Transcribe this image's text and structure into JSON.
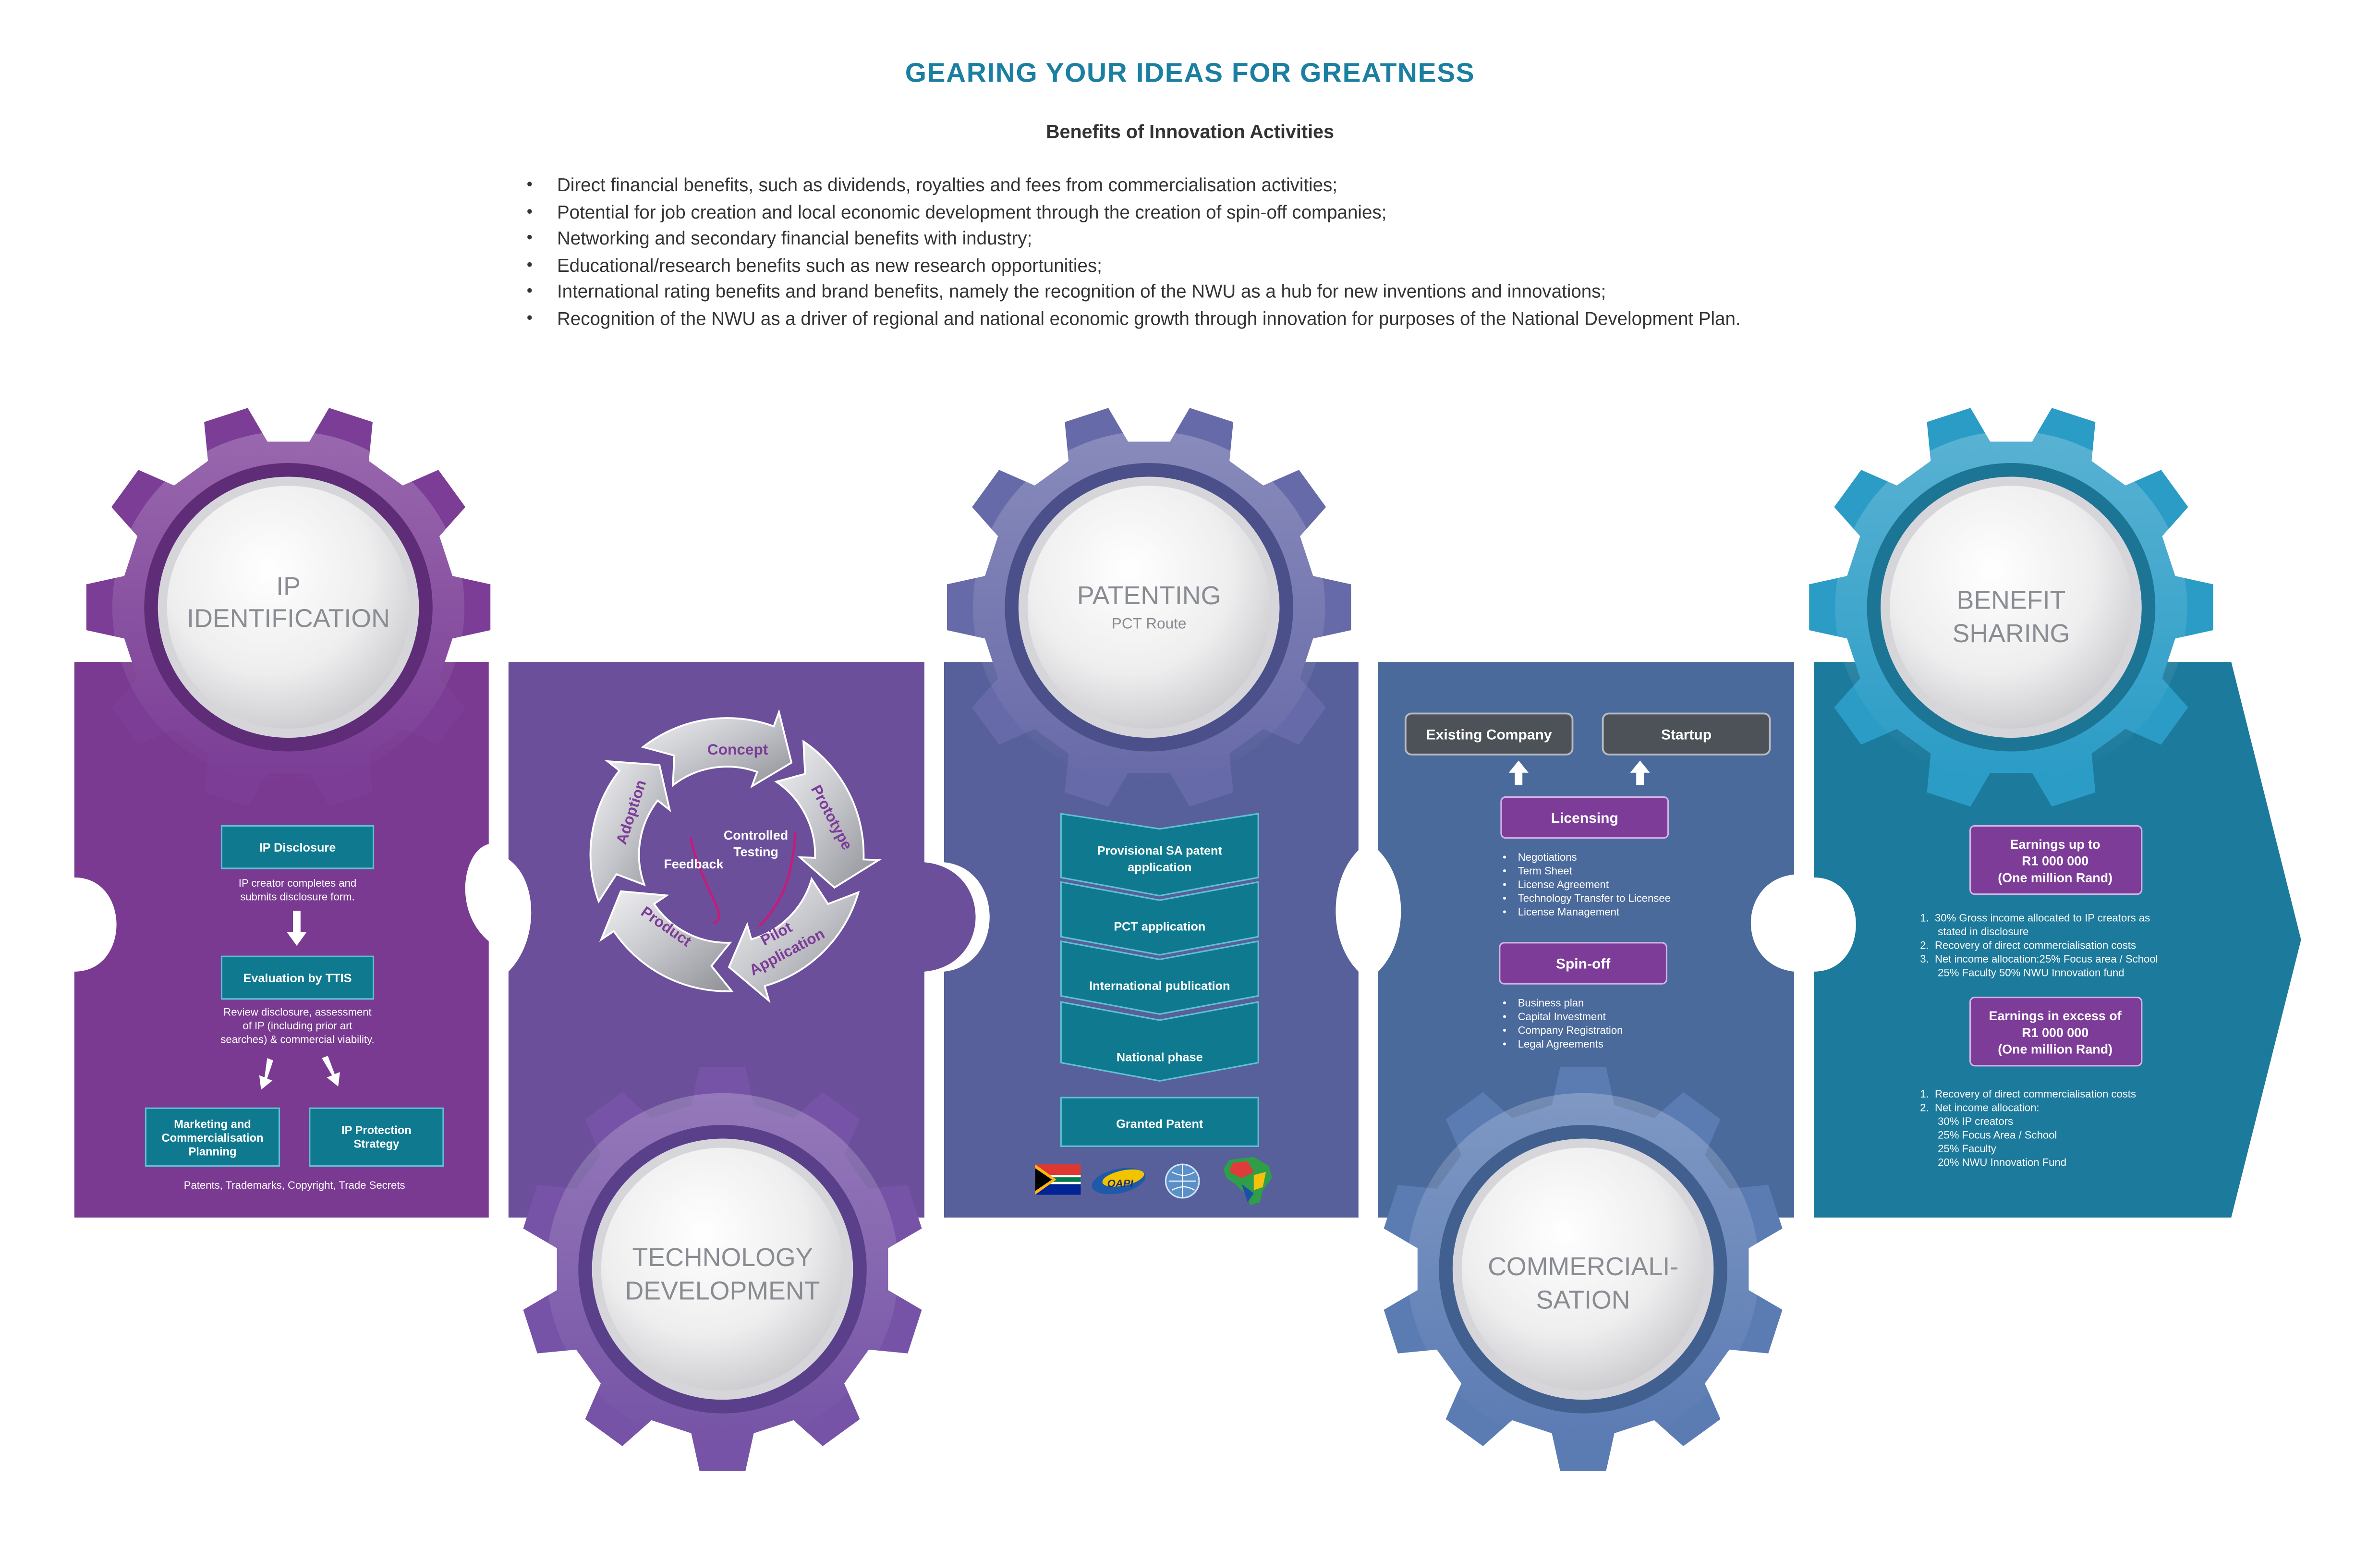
{
  "header": {
    "title": "GEARING YOUR IDEAS FOR GREATNESS",
    "subtitle": "Benefits of Innovation Activities",
    "bullets": [
      "Direct financial benefits, such as dividends, royalties and fees from commercialisation activities;",
      "Potential for job creation and local economic development through the creation of spin-off companies;",
      "Networking and secondary financial benefits with industry;",
      "Educational/research benefits such as new research opportunities;",
      "International rating benefits and brand benefits, namely the recognition of the NWU as a hub for new inventions and innovations;",
      "Recognition of the NWU as a driver of regional and national economic growth through innovation for purposes of the National Development Plan."
    ]
  },
  "colors": {
    "title": "#1b7fa1",
    "purple": "#7a3a91",
    "violet": "#6b4f9a",
    "indigo": "#58609b",
    "steel": "#4b6a9c",
    "teal": "#1c7a9c",
    "box_teal": "#0f7a8f",
    "box_purple": "#7d3c98",
    "box_grey": "#4d5258"
  },
  "ip": {
    "gear_line1": "IP",
    "gear_line2": "IDENTIFICATION",
    "disclosure": "IP Disclosure",
    "disclosure_desc_1": "IP creator completes and",
    "disclosure_desc_2": "submits disclosure form.",
    "evaluation": "Evaluation by TTIS",
    "evaluation_desc_1": "Review disclosure, assessment",
    "evaluation_desc_2": "of IP (including prior art",
    "evaluation_desc_3": "searches) & commercial viability.",
    "marketing_1": "Marketing and",
    "marketing_2": "Commercialisation",
    "marketing_3": "Planning",
    "protection_1": "IP Protection",
    "protection_2": "Strategy",
    "footer": "Patents, Trademarks, Copyright, Trade Secrets"
  },
  "tech": {
    "gear_line1": "TECHNOLOGY",
    "gear_line2": "DEVELOPMENT",
    "cycle": {
      "concept": "Concept",
      "prototype": "Prototype",
      "pilot_1": "Pilot",
      "pilot_2": "Application",
      "product": "Product",
      "adoption": "Adoption",
      "feedback": "Feedback",
      "controlled_1": "Controlled",
      "controlled_2": "Testing"
    }
  },
  "patent": {
    "gear_title": "PATENTING",
    "gear_sub": "PCT Route",
    "steps": [
      {
        "line1": "Provisional SA patent",
        "line2": "application"
      },
      {
        "line1": "PCT application",
        "line2": ""
      },
      {
        "line1": "International publication",
        "line2": ""
      },
      {
        "line1": "National phase",
        "line2": ""
      }
    ],
    "granted": "Granted Patent",
    "logo_label": "OAPI"
  },
  "comm": {
    "gear_line1": "COMMERCIALI-",
    "gear_line2": "SATION",
    "existing": "Existing Company",
    "startup": "Startup",
    "licensing": "Licensing",
    "licensing_items": [
      "Negotiations",
      "Term Sheet",
      "License Agreement",
      "Technology Transfer to Licensee",
      "License Management"
    ],
    "spinoff": "Spin-off",
    "spinoff_items": [
      "Business plan",
      "Capital Investment",
      "Company Registration",
      "Legal Agreements"
    ]
  },
  "benefit": {
    "gear_line1": "BENEFIT",
    "gear_line2": "SHARING",
    "box1_1": "Earnings up to",
    "box1_2": "R1 000 000",
    "box1_3": "(One million Rand)",
    "list1": [
      "1.  30% Gross income allocated to IP creators as",
      "      stated in disclosure",
      "2.  Recovery of direct commercialisation costs",
      "3.  Net income allocation:25% Focus area / School",
      "      25% Faculty 50% NWU Innovation fund"
    ],
    "box2_1": "Earnings in excess of",
    "box2_2": "R1 000 000",
    "box2_3": "(One million Rand)",
    "list2": [
      "1.  Recovery of direct commercialisation costs",
      "2.  Net income allocation:",
      "      30% IP creators",
      "      25% Focus Area / School",
      "      25% Faculty",
      "      20% NWU Innovation Fund"
    ]
  }
}
